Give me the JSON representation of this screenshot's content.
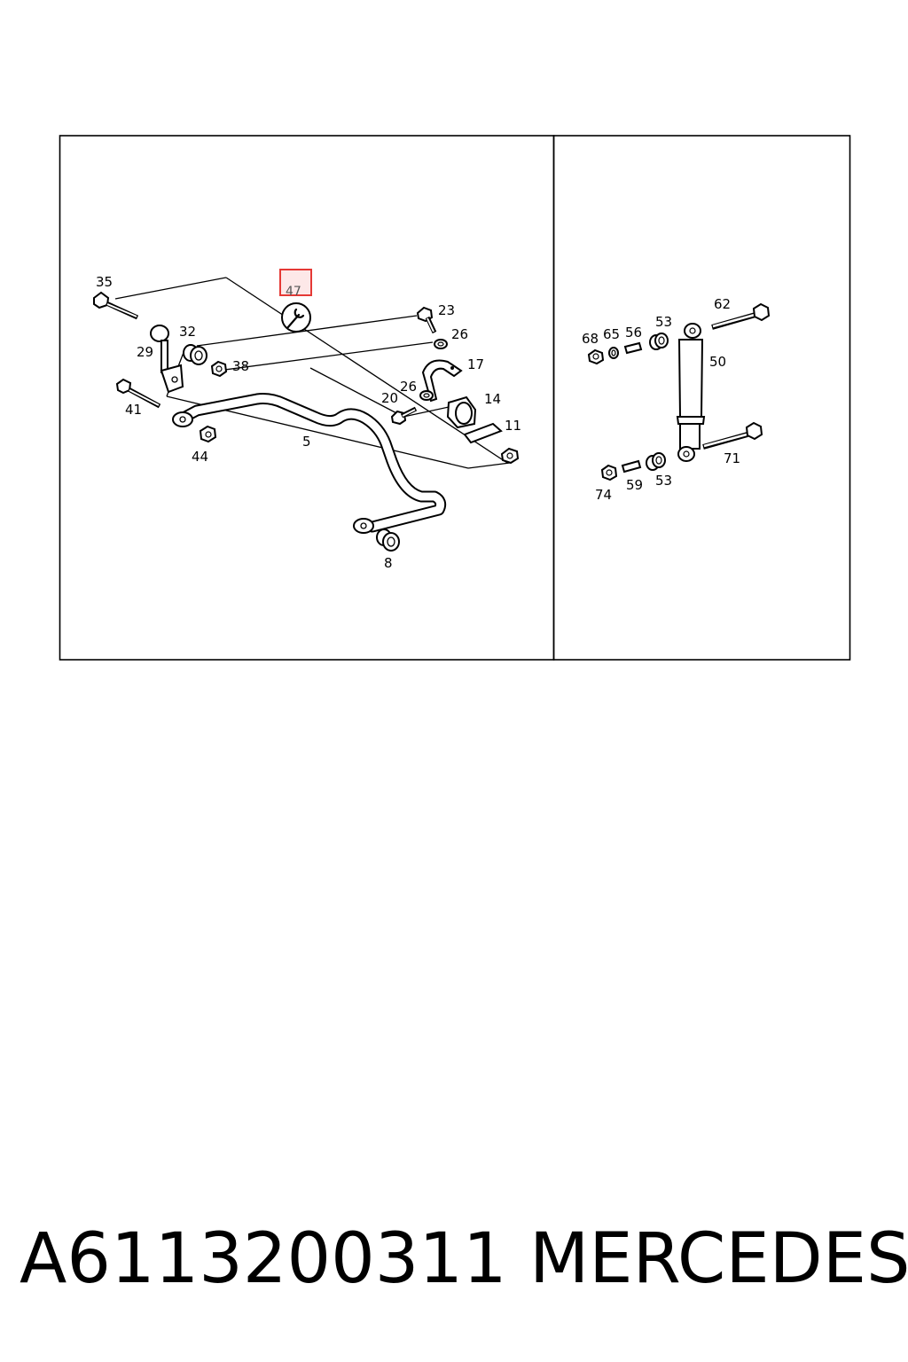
{
  "diagram": {
    "left_panel_labels": {
      "l35": "35",
      "l47": "47",
      "l23": "23",
      "l26a": "26",
      "l32": "32",
      "l29": "29",
      "l38": "38",
      "l17": "17",
      "l26b": "26",
      "l20": "20",
      "l14": "14",
      "l41": "41",
      "l11": "11",
      "l44": "44",
      "l5": "5",
      "l8": "8"
    },
    "right_panel_labels": {
      "l62": "62",
      "l53a": "53",
      "l68": "68",
      "l65": "65",
      "l56": "56",
      "l50": "50",
      "l71": "71",
      "l74": "74",
      "l59": "59",
      "l53b": "53"
    },
    "highlight": {
      "label": "47",
      "color": "#e53935"
    }
  },
  "footer": {
    "part_number": "A6113200311",
    "brand": "MERCEDES"
  }
}
